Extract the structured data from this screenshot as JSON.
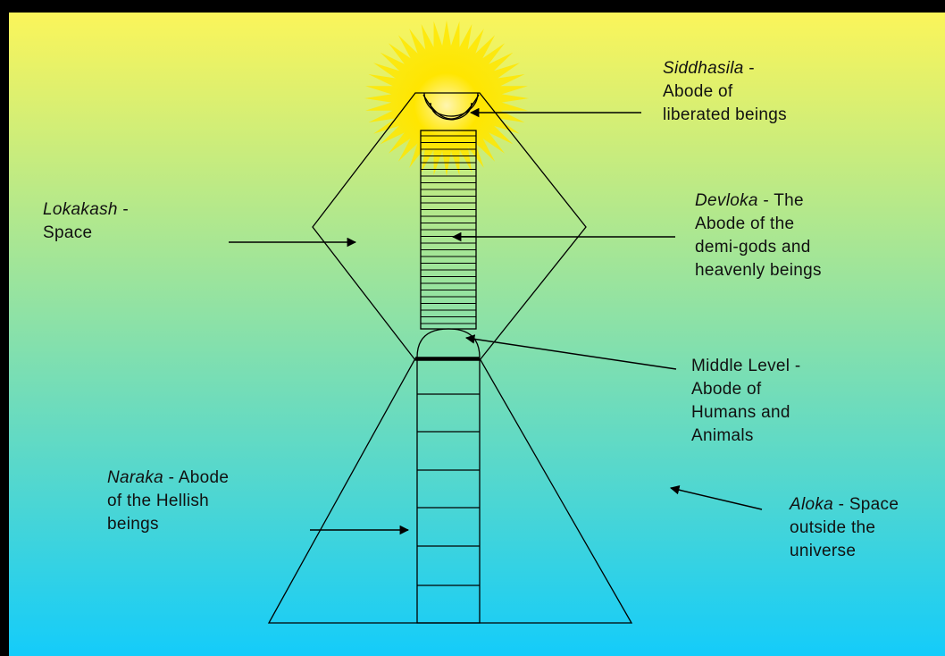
{
  "colors": {
    "background_top": "#FBF55A",
    "background_bottom": "#14CCFA",
    "frame": "#000000",
    "sun": "#FFE600",
    "stroke": "#000000"
  },
  "labels": {
    "siddhasila": {
      "name": "Siddhasila",
      "sep": " -",
      "line2": "Abode of",
      "line3": "liberated beings"
    },
    "lokakash": {
      "name": "Lokakash",
      "sep": " -",
      "line2": "Space"
    },
    "devloka": {
      "name": "Devloka",
      "sep": " - The",
      "line2": "Abode of the",
      "line3": "demi-gods and",
      "line4": "heavenly beings"
    },
    "middle": {
      "line1": "Middle Level -",
      "line2": "Abode of",
      "line3": "Humans and",
      "line4": "Animals"
    },
    "naraka": {
      "name": "Naraka",
      "sep": " - Abode",
      "line2": "of the Hellish",
      "line3": "beings"
    },
    "aloka": {
      "name": "Aloka",
      "sep": " - Space",
      "line2": "outside the",
      "line3": "universe"
    }
  }
}
